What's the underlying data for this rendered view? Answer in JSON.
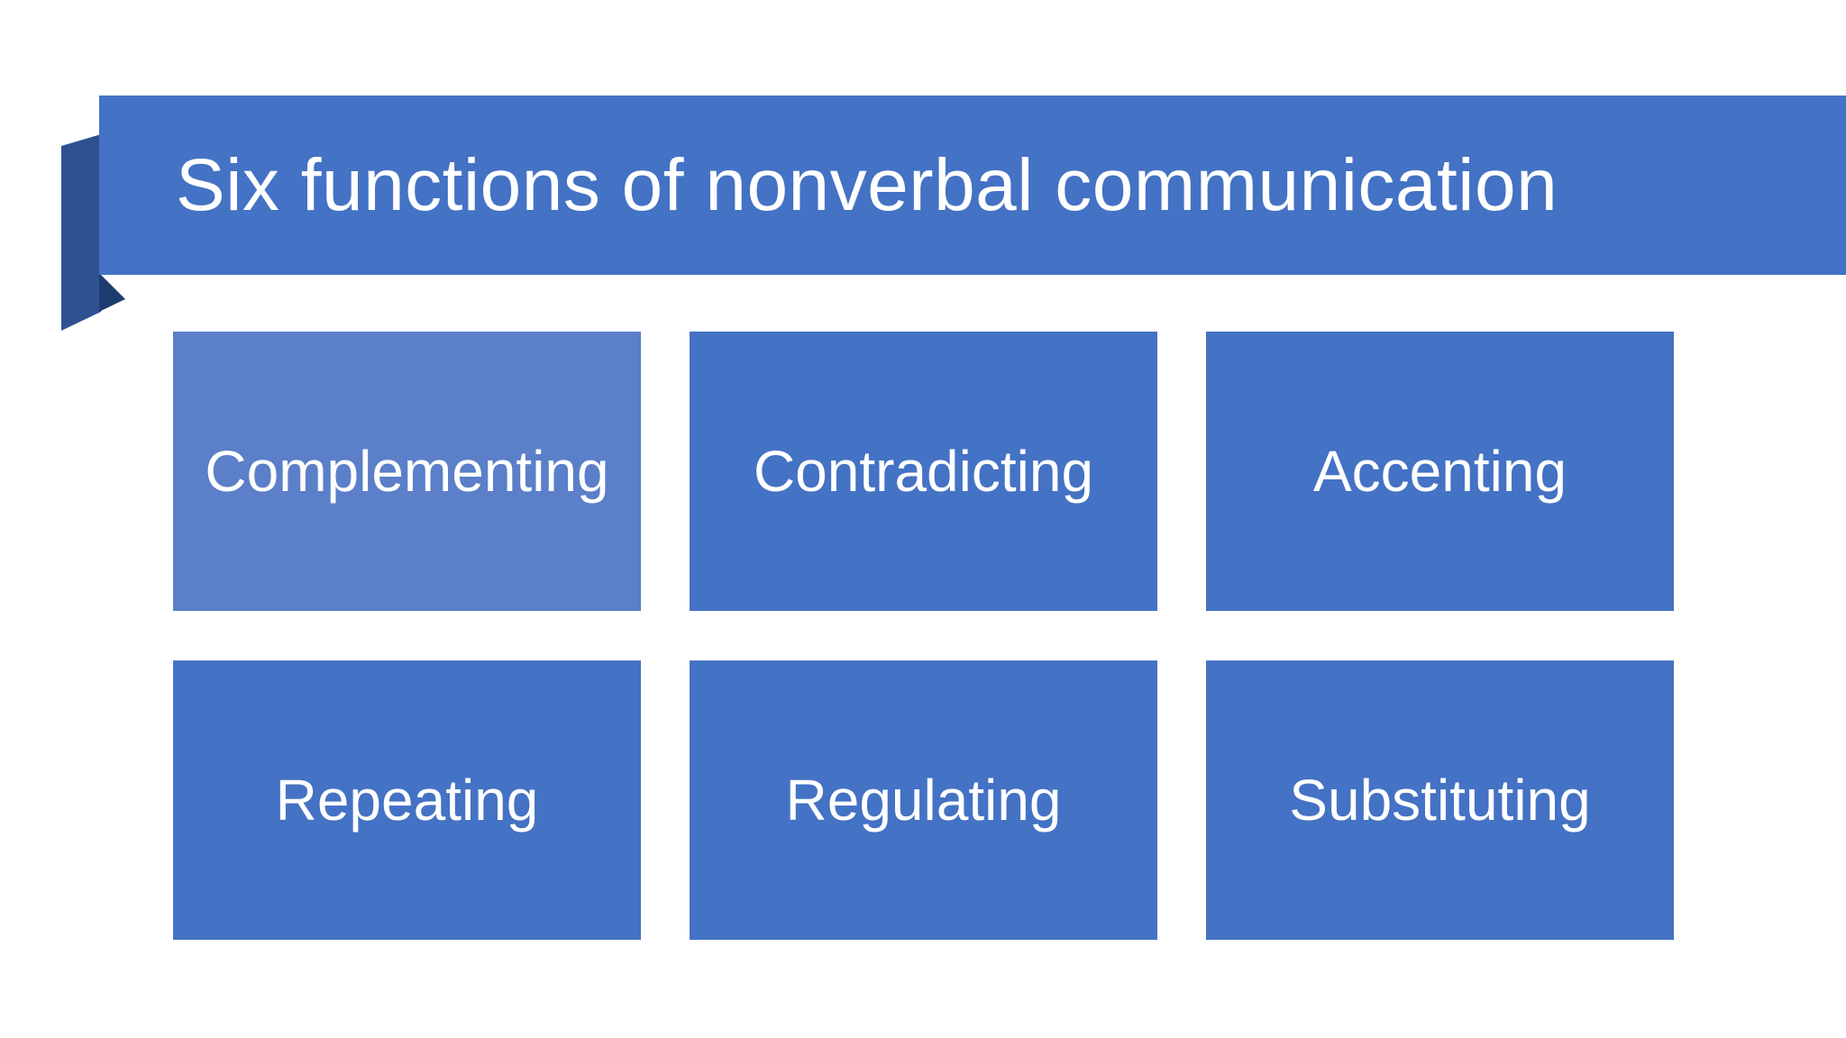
{
  "slide": {
    "title": "Six functions of nonverbal communication",
    "boxes": [
      {
        "label": "Complementing",
        "highlighted": true
      },
      {
        "label": "Contradicting",
        "highlighted": false
      },
      {
        "label": "Accenting",
        "highlighted": false
      },
      {
        "label": "Repeating",
        "highlighted": false
      },
      {
        "label": "Regulating",
        "highlighted": false
      },
      {
        "label": "Substituting",
        "highlighted": false
      }
    ],
    "colors": {
      "banner_blue": "#4472C4",
      "box_blue": "#4472C4",
      "box_highlight_blue": "#5B7FC8",
      "ribbon_fold_dark": "#2E5191",
      "ribbon_fold_shadow": "#1F3C6E",
      "text": "#FFFFFF",
      "background": "#FFFFFF"
    }
  }
}
